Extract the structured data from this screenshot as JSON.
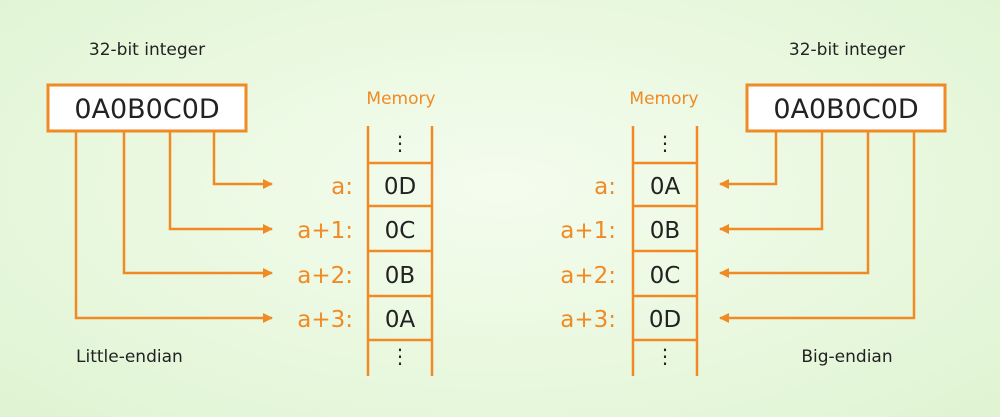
{
  "colors": {
    "accent": "#f08a24",
    "text": "#222222",
    "background": "#eaf8e0"
  },
  "little_endian": {
    "caption": "32-bit integer",
    "value": "0A0B0C0D",
    "memory_label": "Memory",
    "ellipsis_top": "⋮",
    "ellipsis_bottom": "⋮",
    "cells": [
      {
        "address": "a:",
        "byte": "0D"
      },
      {
        "address": "a+1:",
        "byte": "0C"
      },
      {
        "address": "a+2:",
        "byte": "0B"
      },
      {
        "address": "a+3:",
        "byte": "0A"
      }
    ],
    "title": "Little-endian"
  },
  "big_endian": {
    "caption": "32-bit integer",
    "value": "0A0B0C0D",
    "memory_label": "Memory",
    "ellipsis_top": "⋮",
    "ellipsis_bottom": "⋮",
    "cells": [
      {
        "address": "a:",
        "byte": "0A"
      },
      {
        "address": "a+1:",
        "byte": "0B"
      },
      {
        "address": "a+2:",
        "byte": "0C"
      },
      {
        "address": "a+3:",
        "byte": "0D"
      }
    ],
    "title": "Big-endian"
  }
}
